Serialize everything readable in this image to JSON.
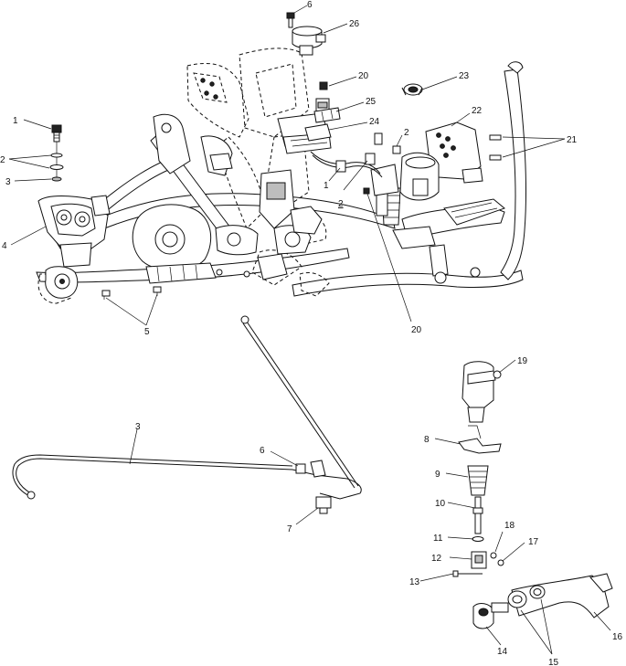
{
  "callouts": {
    "c1a": "1",
    "c2a": "2",
    "c3a": "3",
    "c4": "4",
    "c5": "5",
    "c6a": "6",
    "c26": "26",
    "c20a": "20",
    "c25": "25",
    "c24": "24",
    "c23": "23",
    "c22": "22",
    "c2b": "2",
    "c21": "21",
    "c1b": "1",
    "c2c": "2",
    "c20b": "20",
    "c19": "19",
    "c3b": "3",
    "c6b": "6",
    "c7": "7",
    "c8": "8",
    "c9": "9",
    "c10": "10",
    "c11": "11",
    "c18": "18",
    "c17": "17",
    "c12": "12",
    "c13": "13",
    "c16": "16",
    "c14": "14",
    "c15": "15"
  }
}
